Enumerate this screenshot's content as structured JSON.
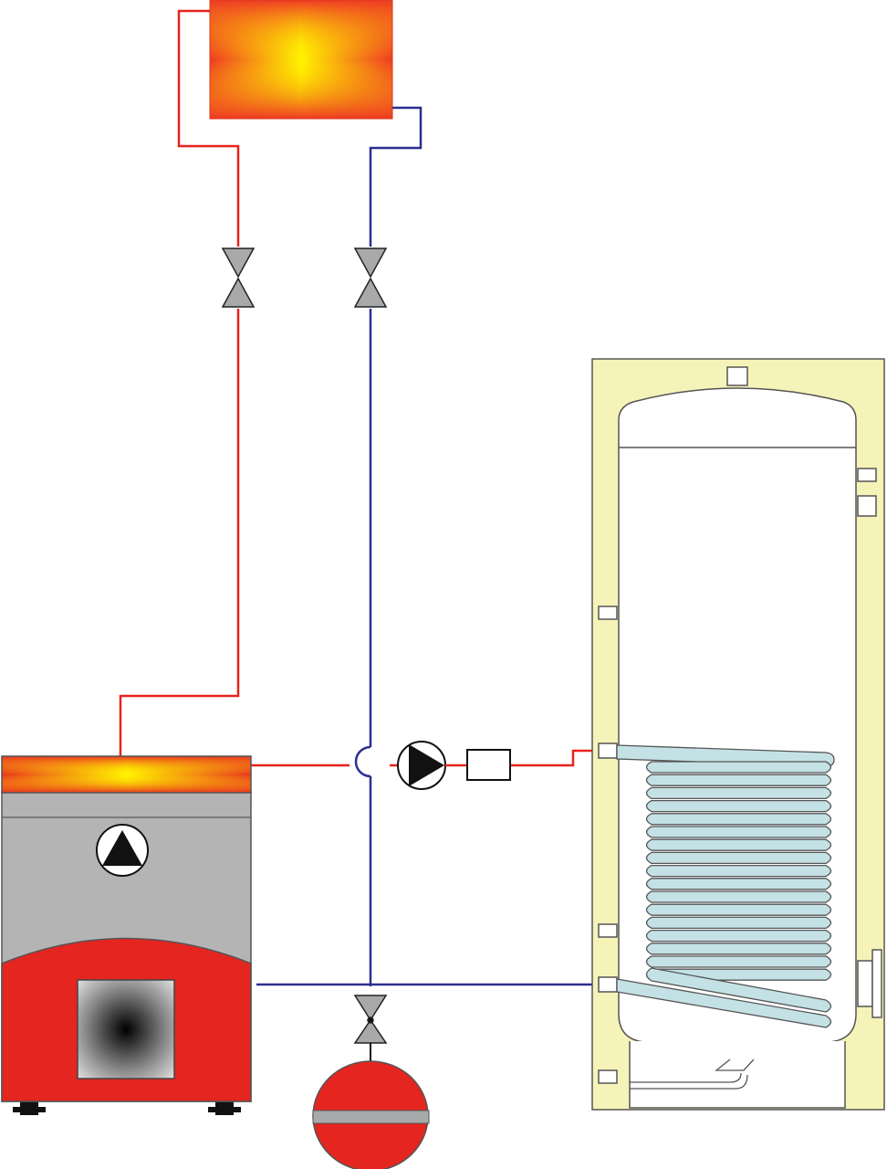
{
  "diagram": {
    "type": "heating-system-schematic",
    "components": [
      "radiator",
      "supply-valve",
      "return-valve",
      "boiler",
      "boiler-pump",
      "circulation-pump",
      "control-box",
      "hot-water-storage-tank",
      "heat-exchanger-coil",
      "expansion-valve",
      "expansion-vessel"
    ],
    "colors": {
      "supply_pipe": "#e8231c",
      "return_pipe": "#2b2f8f",
      "boiler_body": "#e42520",
      "boiler_panel": "#b4b4b4",
      "tank_insulation": "#f5f3b8",
      "coil": "#c4e2e6",
      "valve": "#a7a9ab",
      "flame_hot": "#fff200",
      "flame_outer": "#ee3a24"
    }
  }
}
